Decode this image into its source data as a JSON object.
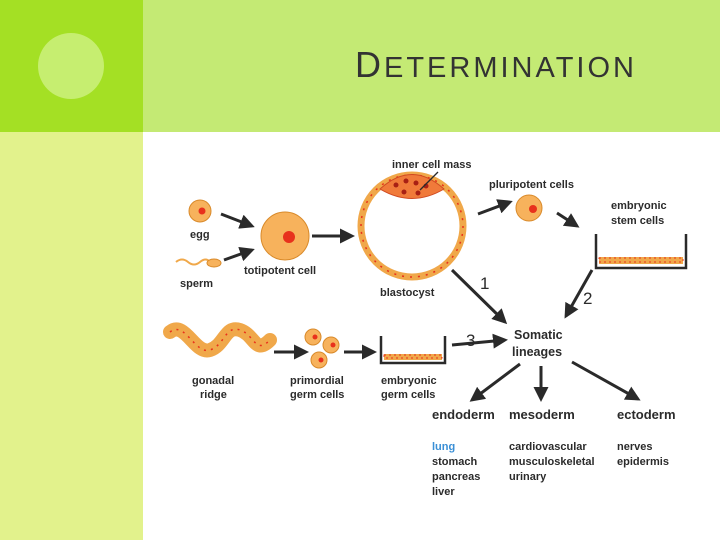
{
  "slide": {
    "title_initial": "D",
    "title_rest": "ETERMINATION"
  },
  "diagram": {
    "egg": "egg",
    "sperm": "sperm",
    "totipotent": "totipotent cell",
    "inner_cell_mass": "inner cell mass",
    "blastocyst": "blastocyst",
    "pluripotent": "pluripotent cells",
    "esc_line1": "embryonic",
    "esc_line2": "stem cells",
    "num1": "1",
    "num2": "2",
    "num3": "3",
    "somatic_line1": "Somatic",
    "somatic_line2": "lineages",
    "gonadal_line1": "gonadal",
    "gonadal_line2": "ridge",
    "pgc_line1": "primordial",
    "pgc_line2": "germ cells",
    "egc_line1": "embryonic",
    "egc_line2": "germ cells",
    "endoderm": "endoderm",
    "mesoderm": "mesoderm",
    "ectoderm": "ectoderm",
    "endo_items": [
      "lung",
      "stomach",
      "pancreas",
      "liver"
    ],
    "meso_items": [
      "cardiovascular",
      "musculoskeletal",
      "urinary"
    ],
    "ecto_items": [
      "nerves",
      "epidermis"
    ],
    "colors": {
      "cell_fill": "#f7b25c",
      "cell_stroke": "#d98a2a",
      "nucleus": "#e8311c",
      "arrow": "#2a2a2a",
      "highlight_text": "#3a8fd6"
    }
  }
}
